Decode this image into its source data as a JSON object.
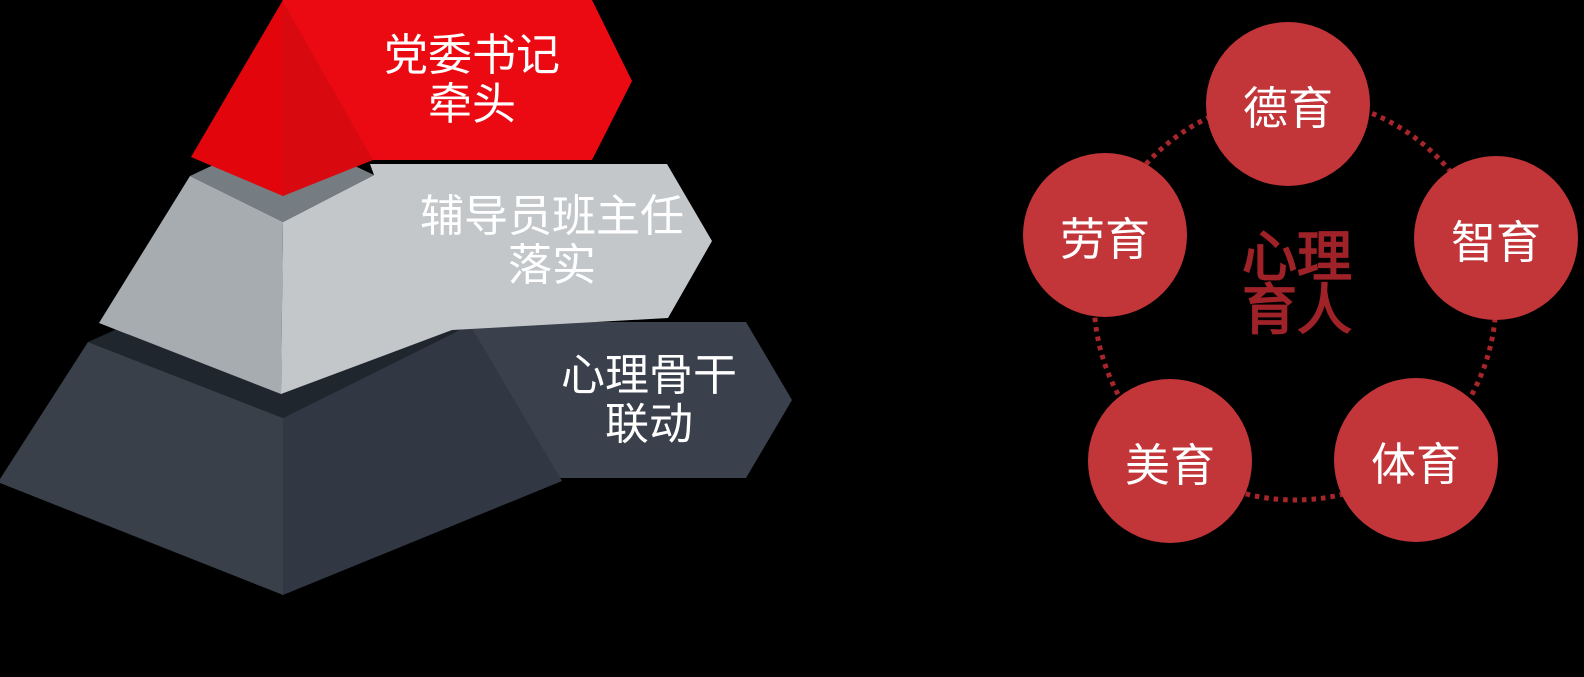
{
  "background": "#000000",
  "pyramid": {
    "levels": [
      {
        "name": "top",
        "line1": "党委书记",
        "line2": "牵头",
        "banner_color": "#EC0A12",
        "left_face_color": "#E2060C",
        "right_face_color": "#D8090F",
        "text_color": "#FFFFFF"
      },
      {
        "name": "middle",
        "line1": "辅导员班主任",
        "line2": "落实",
        "banner_color": "#C3C7CA",
        "left_face_color": "#A7ACB0",
        "top_face_color": "#757C82",
        "text_color": "#FFFFFF"
      },
      {
        "name": "bottom",
        "line1": "心理骨干",
        "line2": "联动",
        "banner_color": "#3A414C",
        "left_face_color": "#394049",
        "right_face_color": "#313843",
        "top_face_color": "#20262E",
        "text_color": "#FFFFFF"
      }
    ]
  },
  "cycle": {
    "center": {
      "line1": "心理",
      "line2": "育人",
      "color": "#9E2227"
    },
    "node_color": "#C23539",
    "node_text_color": "#FFFFFF",
    "dotted_color": "#A8262B",
    "nodes": [
      {
        "label": "德育"
      },
      {
        "label": "智育"
      },
      {
        "label": "体育"
      },
      {
        "label": "美育"
      },
      {
        "label": "劳育"
      }
    ]
  }
}
